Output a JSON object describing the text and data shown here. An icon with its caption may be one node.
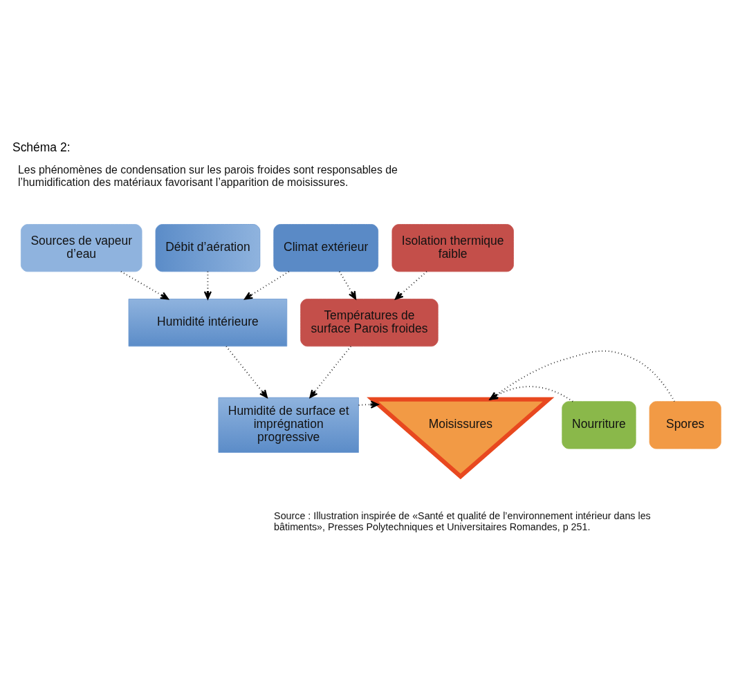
{
  "diagram": {
    "title": "Schéma 2:",
    "caption": "Source : Illustration inspirée de «Santé et qualité de l’environnement intérieur dans les bâtiments», Presses Polytechniques et Universitaires Romandes, p 251.",
    "nodes": [
      {
        "text": [
          "Sources de vapeur d’eau"
        ]
      },
      {
        "text": [
          "Débit d’aération"
        ]
      },
      {
        "text": [
          "Climat extérieur"
        ]
      },
      {
        "text": [
          "Isolation thermique faible"
        ]
      },
      {
        "text": [
          "Humidité intérieure"
        ]
      },
      {
        "text": [
          "Températures de surface Parois froides"
        ]
      },
      {
        "text": [
          "Humidité de surface et imprégnation progressive"
        ]
      },
      {
        "text": [
          "Moisissures"
        ]
      },
      {
        "text": [
          "Nourriture"
        ]
      },
      {
        "text": [
          "Spores"
        ]
      }
    ],
    "edges": [
      {
        "from": 0,
        "to": 4,
        "arrow": "to",
        "style": "dashed"
      },
      {
        "from": 1,
        "to": 4,
        "arrow": "to",
        "style": "dashed"
      },
      {
        "from": 2,
        "to": 4,
        "arrow": "to",
        "style": "dashed"
      },
      {
        "from": 2,
        "to": 5,
        "arrow": "to",
        "style": "dashed"
      },
      {
        "from": 3,
        "to": 5,
        "arrow": "to",
        "style": "dashed"
      },
      {
        "from": 4,
        "to": 6,
        "arrow": "to",
        "style": "dashed"
      },
      {
        "from": 5,
        "to": 6,
        "arrow": "to",
        "style": "dashed"
      },
      {
        "from": 6,
        "to": 7,
        "arrow": "to",
        "style": "dashed"
      },
      {
        "from": 8,
        "to": 7,
        "arrow": "to",
        "style": "dashed"
      },
      {
        "from": 9,
        "to": 7,
        "arrow": "to",
        "style": "dashed"
      }
    ],
    "labels": [
      "Les phénomènes de condensation sur les parois froides sont responsables de l’humidification des matériaux favorisant l’apparition de moisissures."
    ]
  }
}
